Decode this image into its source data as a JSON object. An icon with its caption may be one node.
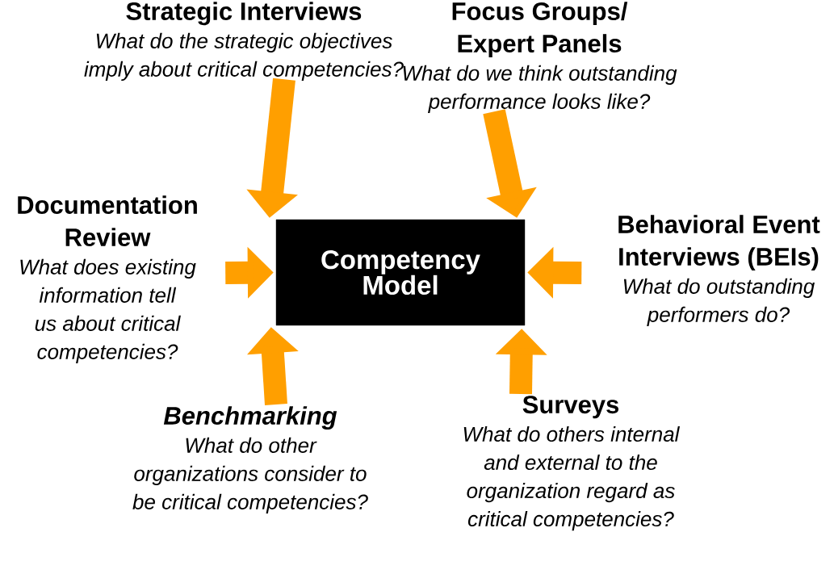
{
  "diagram": {
    "nodes": [
      {
        "text": [
          "Competency Model"
        ]
      },
      {
        "text": [
          "Strategic Interviews",
          "What do the strategic objectives imply about critical competencies?"
        ]
      },
      {
        "text": [
          "Focus Groups/ Expert Panels",
          "What do we think outstanding performance looks like?"
        ]
      },
      {
        "text": [
          "Documentation Review",
          "What does existing information tell us about critical competencies?"
        ]
      },
      {
        "text": [
          "Behavioral Event Interviews (BEIs)",
          "What do outstanding performers do?"
        ]
      },
      {
        "text": [
          "Benchmarking",
          "What do other organizations consider to be critical competencies?"
        ]
      },
      {
        "text": [
          "Surveys",
          "What do others internal and external to the organization regard as critical competencies?"
        ]
      }
    ],
    "edges": [
      {
        "from": 1,
        "to": 0,
        "arrow": "to"
      },
      {
        "from": 2,
        "to": 0,
        "arrow": "to"
      },
      {
        "from": 3,
        "to": 0,
        "arrow": "to"
      },
      {
        "from": 4,
        "to": 0,
        "arrow": "to"
      },
      {
        "from": 5,
        "to": 0,
        "arrow": "to"
      },
      {
        "from": 6,
        "to": 0,
        "arrow": "to"
      }
    ]
  }
}
